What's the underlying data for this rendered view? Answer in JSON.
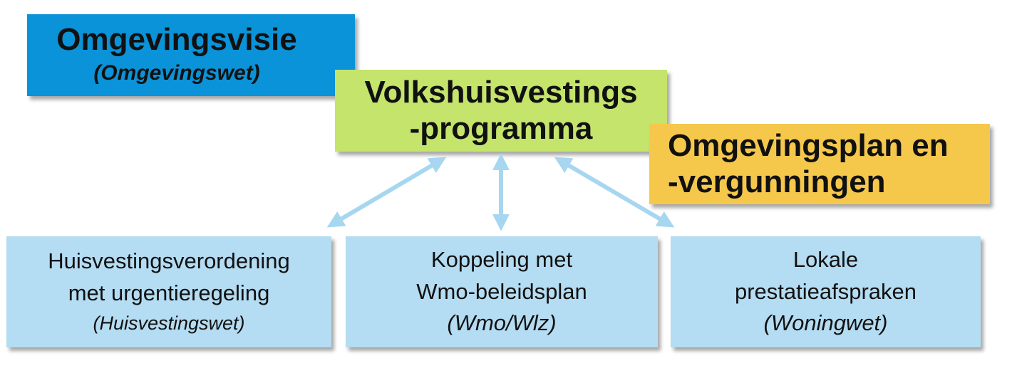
{
  "colors": {
    "visie_bg": "#0a93d8",
    "programma_bg": "#c4e46b",
    "plan_bg": "#f5c84c",
    "bottom_bg": "#b4dcf2",
    "arrow": "#a7d6f0"
  },
  "top": {
    "visie": {
      "title": "Omgevingsvisie",
      "law": "(Omgevingswet)"
    },
    "programma": {
      "line1": "Volkshuisvestings",
      "line2": "-programma"
    },
    "plan": {
      "line1": "Omgevingsplan en",
      "line2": "-vergunningen"
    }
  },
  "bottom": {
    "huisvesting": {
      "line1": "Huisvestingsverordening",
      "line2": "met urgentieregeling",
      "law": "(Huisvestingswet)"
    },
    "wmo": {
      "line1": "Koppeling met",
      "line2": "Wmo-beleidsplan",
      "law": "(Wmo/Wlz)"
    },
    "lokale": {
      "line1": "Lokale",
      "line2": "prestatieafspraken",
      "law": "(Woningwet)"
    }
  },
  "arrows": [
    "double-arrow-left",
    "double-arrow-center",
    "double-arrow-right"
  ]
}
